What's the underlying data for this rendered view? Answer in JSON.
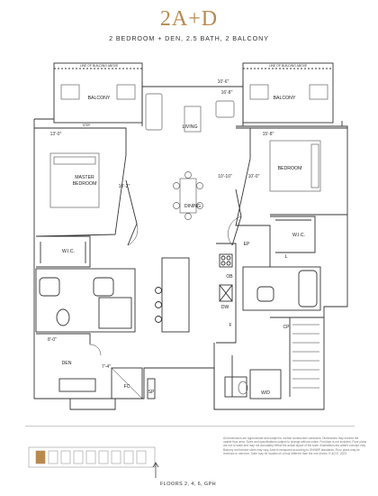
{
  "header": {
    "title": "2A+D",
    "subtitle": "2 BEDROOM + DEN, 2.5 BATH, 2 BALCONY"
  },
  "rooms": {
    "balcony_left": "BALCONY",
    "balcony_right": "BALCONY",
    "living": "LIVING",
    "master_bedroom_line1": "MASTER",
    "master_bedroom_line2": "BEDROOM",
    "bedroom": "BEDROOM",
    "dining": "DINING",
    "wic_left": "W.I.C.",
    "wic_right": "W.I.C.",
    "den": "DEN"
  },
  "labels": {
    "line_of_building_left": "LINE OF BUILDING ABOVE",
    "line_of_building_right": "LINE OF BUILDING ABOVE",
    "step": "STEP",
    "ep": "EP",
    "ob": "OB",
    "dw": "DW",
    "f": "F",
    "l": "L",
    "cp": "CP",
    "wd": "W/D",
    "fc": "FC",
    "sp": "SP"
  },
  "dimensions": {
    "living_width": "10'-6\"",
    "balcony_right_depth": "16'-8\"",
    "master_width": "13'-0\"",
    "master_depth": "10'-2\"",
    "dining_width": "10'-10\"",
    "bedroom_width": "15'-8\"",
    "bedroom_depth": "10'-0\"",
    "den_width": "8'-0\"",
    "den_depth": "7'-4\""
  },
  "footer": {
    "disclaimer": "All dimensions are approximate and subject to normal construction variances. Dimensions may exceed the usable floor area. Sizes and specifications subject to change without notice. Furniture is not included. Floor plans are not to scale and may not accurately reflect the actual layout of the suite. Illustrations are artist's concept only. Balcony and terrace sizes may vary. Area is measured according to ONHWP standards. Floor plans may be reversed or mirrored. Suite may be located on a floor different than the one shown. E.&O.E. 2023.",
    "floors": "FLOORS 2, 4, 6, GPH"
  }
}
